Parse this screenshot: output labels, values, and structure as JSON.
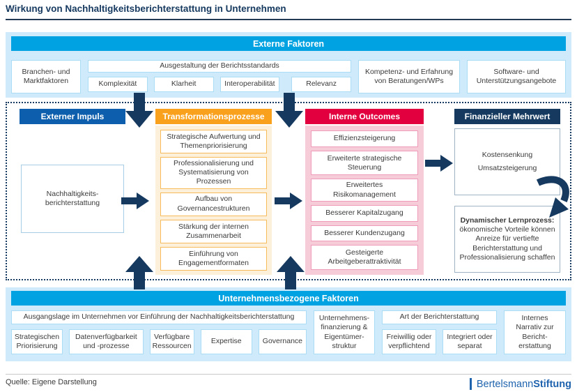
{
  "title": "Wirkung von Nachhaltigkeitsberichterstattung in Unternehmen",
  "colors": {
    "brand_cyan": "#00a2e1",
    "panel_light_blue": "#cfeafa",
    "impuls_blue": "#0d5eac",
    "transfo_orange": "#f9a11c",
    "transfo_bg": "#fdf0da",
    "outcome_red": "#e3003f",
    "outcome_bg": "#f7ccd9",
    "navy": "#16395f",
    "logo_blue": "#1e63ad"
  },
  "externe": {
    "banner": "Externe Faktoren",
    "branchen": "Branchen- und Marktfaktoren",
    "ausgestaltung_header": "Ausgestaltung der Berichtsstandards",
    "ausgestaltung_items": [
      "Komplexität",
      "Klarheit",
      "Interoperabilität",
      "Relevanz"
    ],
    "kompetenz": "Kompetenz- und Erfahrung von Beratungen/WPs",
    "software": "Software- und Unterstützungsangebote"
  },
  "middle": {
    "col1": {
      "header": "Externer Impuls",
      "box": "Nachhaltigkeits-berichterstattung"
    },
    "col2": {
      "header": "Transformationsprozesse",
      "boxes": [
        "Strategische Aufwertung und Themenpriorisierung",
        "Professionalisierung und Systematisierung von Prozessen",
        "Aufbau von Governancestrukturen",
        "Stärkung der internen Zusammenarbeit",
        "Einführung von Engagementformaten"
      ]
    },
    "col3": {
      "header": "Interne Outcomes",
      "boxes": [
        "Effizienzsteigerung",
        "Erweiterte strategische Steuerung",
        "Erweitertes Risikomanagement",
        "Besserer Kapitalzugang",
        "Besserer Kundenzugang",
        "Gesteigerte Arbeitgeberattraktivität"
      ]
    },
    "col4": {
      "header": "Finanzieller Mehrwert",
      "box1_line1": "Kostensenkung",
      "box1_line2": "Umsatzsteigerung",
      "box2_bold": "Dynamischer Lernprozess:",
      "box2_rest": "ökonomische Vorteile können Anreize für vertiefte Berichterstattung und Professionalisierung schaffen"
    }
  },
  "unternehmen": {
    "banner": "Unternehmensbezogene Faktoren",
    "ausgangslage": "Ausgangslage im Unternehmen vor Einführung der Nachhaltigkeitsberichterstattung",
    "ausgangslage_items": [
      "Strategischen Priorisierung",
      "Datenverfügbarkeit und -prozesse",
      "Verfügbare Ressourcen",
      "Expertise",
      "Governance"
    ],
    "finanzierung": "Unternehmens-finanzierung & Eigentümer-struktur",
    "art_header": "Art der Berichterstattung",
    "art_items": [
      "Freiwillig oder verpflichtend",
      "Integriert oder separat"
    ],
    "narrativ": "Internes Narrativ zur Bericht-erstattung"
  },
  "footer": {
    "quelle": "Quelle: Eigene Darstellung",
    "logo_normal": "Bertelsmann",
    "logo_bold": "Stiftung"
  }
}
